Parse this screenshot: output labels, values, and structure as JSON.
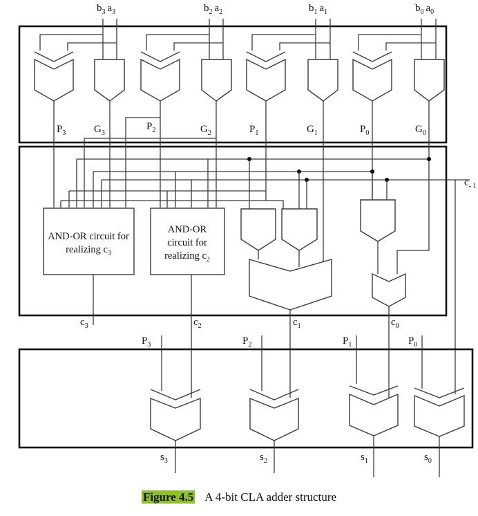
{
  "figure": {
    "number": "Figure 4.5",
    "title": "A 4-bit CLA adder structure",
    "highlight_color": "#8dc21f"
  },
  "inputs": [
    {
      "b": "b",
      "b_sub": "3",
      "a": "a",
      "a_sub": "3"
    },
    {
      "b": "b",
      "b_sub": "2",
      "a": "a",
      "a_sub": "2"
    },
    {
      "b": "b",
      "b_sub": "1",
      "a": "a",
      "a_sub": "1"
    },
    {
      "b": "b",
      "b_sub": "0",
      "a": "a",
      "a_sub": "0"
    }
  ],
  "pg_signals": [
    {
      "p": "P",
      "p_sub": "3",
      "g": "G",
      "g_sub": "3"
    },
    {
      "p": "P",
      "p_sub": "2",
      "g": "G",
      "g_sub": "2"
    },
    {
      "p": "P",
      "p_sub": "1",
      "g": "G",
      "g_sub": "1"
    },
    {
      "p": "P",
      "p_sub": "0",
      "g": "G",
      "g_sub": "0"
    }
  ],
  "carry_blocks": {
    "c3": {
      "line1": "AND-OR circuit for",
      "line2": "realizing c",
      "sub": "3"
    },
    "c2": {
      "line1": "AND-OR",
      "line2": "circuit for",
      "line3": "realizing c",
      "sub": "2"
    }
  },
  "carry_in": {
    "label": "c",
    "sub": "- 1"
  },
  "carries": [
    {
      "label": "c",
      "sub": "3"
    },
    {
      "label": "c",
      "sub": "2"
    },
    {
      "label": "c",
      "sub": "1"
    },
    {
      "label": "c",
      "sub": "0"
    }
  ],
  "sum_p_labels": [
    {
      "label": "P",
      "sub": "3"
    },
    {
      "label": "P",
      "sub": "2"
    },
    {
      "label": "P",
      "sub": "1"
    },
    {
      "label": "P",
      "sub": "0"
    }
  ],
  "sums": [
    {
      "label": "s",
      "sub": "3"
    },
    {
      "label": "s",
      "sub": "2"
    },
    {
      "label": "s",
      "sub": "1"
    },
    {
      "label": "s",
      "sub": "0"
    }
  ]
}
